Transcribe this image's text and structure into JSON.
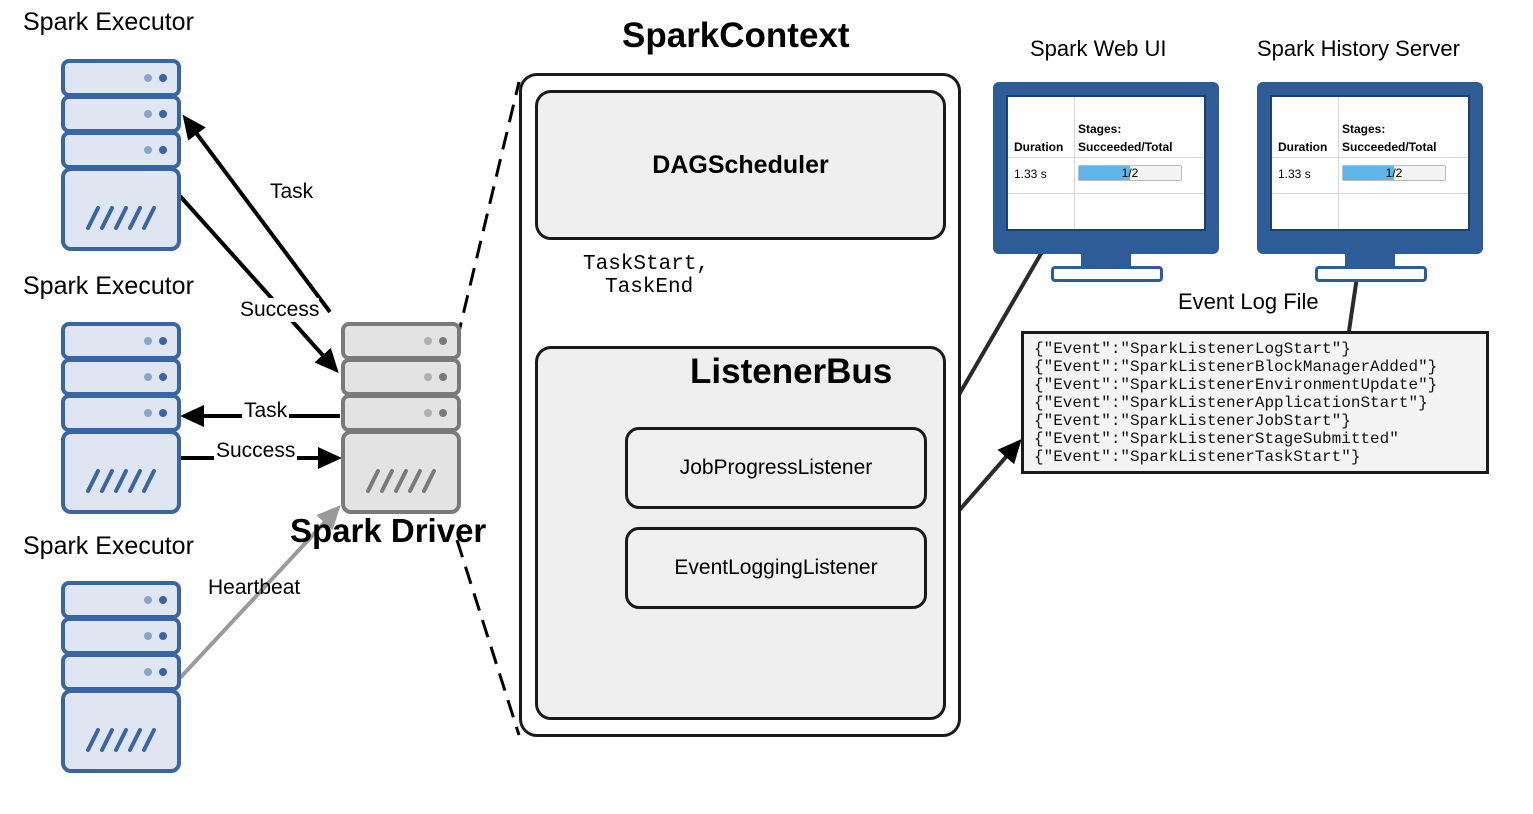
{
  "executors": {
    "title": "Spark Executor"
  },
  "driver": {
    "title": "Spark Driver"
  },
  "arrows": {
    "task_1": "Task",
    "success_1": "Success",
    "task_2": "Task",
    "success_2": "Success",
    "heartbeat": "Heartbeat"
  },
  "spark_context": {
    "title": "SparkContext",
    "dag_scheduler": "DAGScheduler",
    "events_line1": "TaskStart,",
    "events_line2": "TaskEnd",
    "listener_bus": "ListenerBus",
    "job_progress_listener": "JobProgressListener",
    "event_logging_listener": "EventLoggingListener"
  },
  "web_ui": {
    "title": "Spark Web UI",
    "col_duration": "Duration",
    "col_stages_1": "Stages:",
    "col_stages_2": "Succeeded/Total",
    "duration": "1.33 s",
    "progress_text": "1/2",
    "progress_fraction": 0.5
  },
  "history_server": {
    "title": "Spark History Server",
    "col_duration": "Duration",
    "col_stages_1": "Stages:",
    "col_stages_2": "Succeeded/Total",
    "duration": "1.33 s",
    "progress_text": "1/2",
    "progress_fraction": 0.5
  },
  "event_log": {
    "title": "Event Log File",
    "lines": [
      "{\"Event\":\"SparkListenerLogStart\"}",
      "{\"Event\":\"SparkListenerBlockManagerAdded\"}",
      "{\"Event\":\"SparkListenerEnvironmentUpdate\"}",
      "{\"Event\":\"SparkListenerApplicationStart\"}",
      "{\"Event\":\"SparkListenerJobStart\"}",
      "{\"Event\":\"SparkListenerStageSubmitted\"",
      "{\"Event\":\"SparkListenerTaskStart\"}"
    ]
  },
  "colors": {
    "executor_blue": "#3a65a3",
    "executor_fill": "#dfe6f1",
    "driver_gray": "#7a7a7a",
    "driver_fill": "#e3e3e3",
    "monitor_blue": "#2e5c96",
    "progress_blue": "#5fb6e8"
  }
}
